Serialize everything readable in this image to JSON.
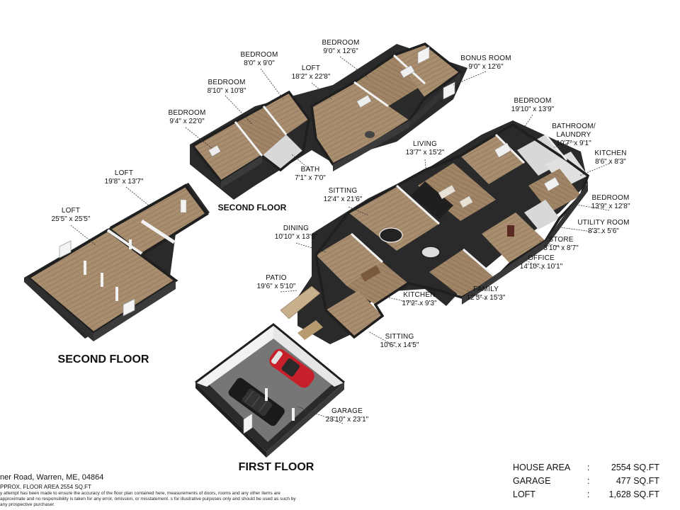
{
  "floors": {
    "second_left": "SECOND FLOOR",
    "second_top": "SECOND FLOOR",
    "first": "FIRST FLOOR"
  },
  "rooms": [
    {
      "id": "loft-25",
      "name": "LOFT",
      "dims": "25'5\" x 25'5\""
    },
    {
      "id": "loft-19",
      "name": "LOFT",
      "dims": "19'8\" x 13'7\""
    },
    {
      "id": "bedroom-9-4",
      "name": "BEDROOM",
      "dims": "9'4\" x 22'0\""
    },
    {
      "id": "bedroom-8-10",
      "name": "BEDROOM",
      "dims": "8'10\" x 10'8\""
    },
    {
      "id": "bedroom-8-0",
      "name": "BEDROOM",
      "dims": "8'0\" x 9'0\""
    },
    {
      "id": "loft-18",
      "name": "LOFT",
      "dims": "18'2\" x 22'8\""
    },
    {
      "id": "bedroom-9-0",
      "name": "BEDROOM",
      "dims": "9'0\" x 12'6\""
    },
    {
      "id": "bonus-room",
      "name": "BONUS ROOM",
      "dims": "9'0\" x 12'6\""
    },
    {
      "id": "bath",
      "name": "BATH",
      "dims": "7'1\" x 7'0\""
    },
    {
      "id": "bedroom-19",
      "name": "BEDROOM",
      "dims": "19'10\" x 13'9\""
    },
    {
      "id": "bathroom-laundry",
      "name": "BATHROOM/",
      "name2": "LAUNDRY",
      "dims": "10'7\" x 9'1\""
    },
    {
      "id": "kitchen-8",
      "name": "KITCHEN",
      "dims": "8'6\" x 8'3\""
    },
    {
      "id": "living",
      "name": "LIVING",
      "dims": "13'7\" x 15'2\""
    },
    {
      "id": "sitting-12",
      "name": "SITTING",
      "dims": "12'4\" x 21'6\""
    },
    {
      "id": "bedroom-13",
      "name": "BEDROOM",
      "dims": "13'9\" x 12'8\""
    },
    {
      "id": "utility-room",
      "name": "UTILITY ROOM",
      "dims": "8'3\" x 5'6\""
    },
    {
      "id": "store",
      "name": "STORE",
      "dims": "3'10\" x 8'7\""
    },
    {
      "id": "dining",
      "name": "DINING",
      "dims": "10'10\" x 13'9\""
    },
    {
      "id": "office",
      "name": "OFFICE",
      "dims": "14'10\" x 10'1\""
    },
    {
      "id": "patio",
      "name": "PATIO",
      "dims": "19'6\" x 5'10\""
    },
    {
      "id": "family",
      "name": "FAMILY",
      "dims": "12'5\" x 15'3\""
    },
    {
      "id": "kitchen-17",
      "name": "KITCHEN",
      "dims": "17'2\" x 9'3\""
    },
    {
      "id": "sitting-10",
      "name": "SITTING",
      "dims": "10'6\" x 14'5\""
    },
    {
      "id": "garage",
      "name": "GARAGE",
      "dims": "23'10\" x 23'1\""
    }
  ],
  "footer": {
    "address": "ner Road, Warren, ME, 04864",
    "approx": "PPROX. FLOOR AREA 2554 SQ.FT",
    "disclaimer": "y attempt has been made to ensure the accuracy of the floor plan contained here, measurements of doors, rooms and any other items are approximate and no responsibility is taken for any error, omission, or misstatement. s for illustrative purposes only and should be used as such by any prospective purchaser."
  },
  "areas": [
    {
      "label": "HOUSE AREA",
      "sep": ":",
      "value": "2554 SQ.FT"
    },
    {
      "label": "GARAGE",
      "sep": ":",
      "value": "477 SQ.FT"
    },
    {
      "label": "LOFT",
      "sep": ":",
      "value": "1,628 SQ.FT"
    }
  ],
  "colors": {
    "wall": "#1f1f1f",
    "wall_side": "#3a3a3a",
    "wood_floor": "#a88d6e",
    "wood_floor_dark": "#8c7256",
    "garage_floor": "#767676",
    "wall_white": "#f2f2f2",
    "car_red": "#c8202a",
    "car_black": "#1a1a1a"
  }
}
